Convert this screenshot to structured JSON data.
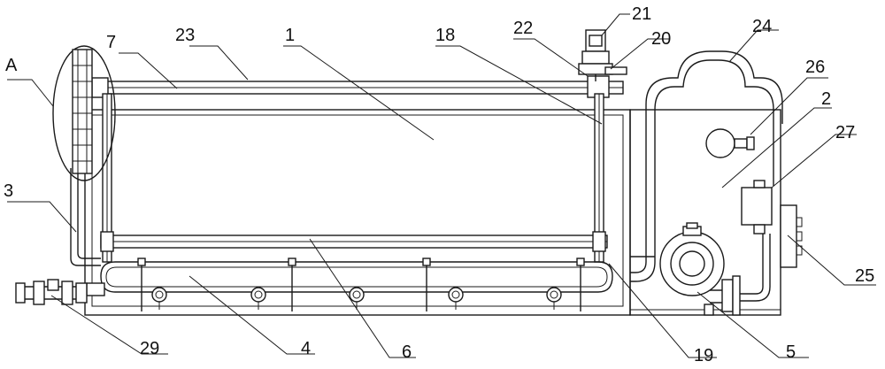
{
  "figure": {
    "labels": {
      "A": "A",
      "n1": "1",
      "n2": "2",
      "n3": "3",
      "n4": "4",
      "n5": "5",
      "n6": "6",
      "n7": "7",
      "n18": "18",
      "n19": "19",
      "n20": "20",
      "n21": "21",
      "n22": "22",
      "n23": "23",
      "n24": "24",
      "n25": "25",
      "n26": "26",
      "n27": "27",
      "n29": "29"
    }
  }
}
